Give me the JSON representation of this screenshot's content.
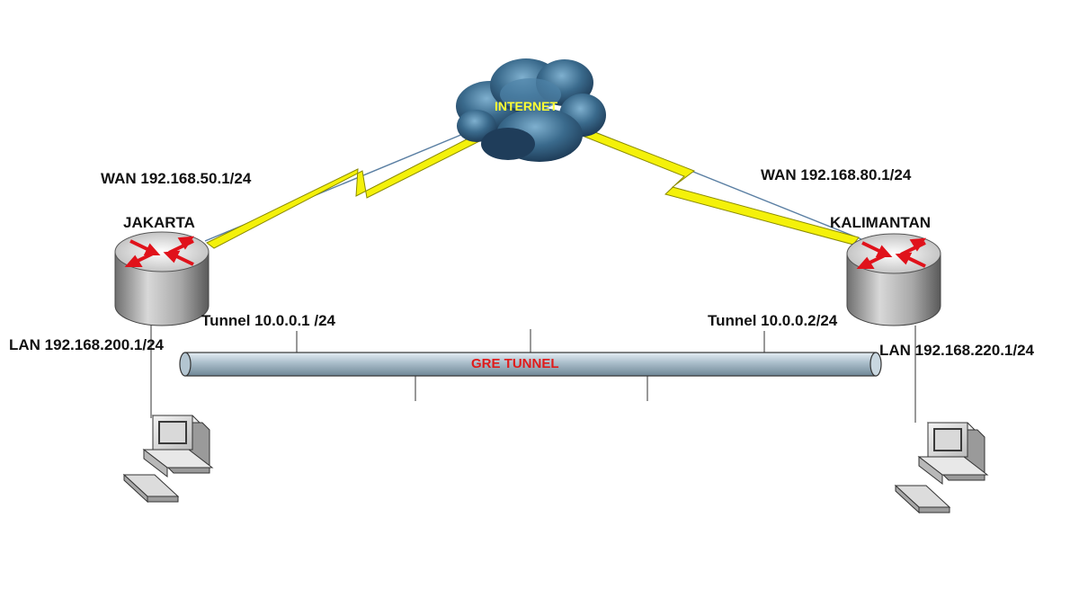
{
  "internet": {
    "label": "INTERNET"
  },
  "tunnel": {
    "label": "GRE TUNNEL"
  },
  "sites": [
    {
      "name": "JAKARTA",
      "wan": "WAN 192.168.50.1/24",
      "tunnel": "Tunnel 10.0.0.1 /24",
      "lan": "LAN 192.168.200.1/24"
    },
    {
      "name": "KALIMANTAN",
      "wan": "WAN 192.168.80.1/24",
      "tunnel": "Tunnel 10.0.0.2/24",
      "lan": "LAN 192.168.220.1/24"
    }
  ],
  "colors": {
    "lightning": "#f4f10a",
    "lightning_stroke": "#8a8a00",
    "cloud": "#2d5678",
    "internet_text": "#ffff33",
    "router_arrows": "#e0121b",
    "tunnel_pipe": "#9fb4c3",
    "tunnel_text": "#e01b1b"
  }
}
